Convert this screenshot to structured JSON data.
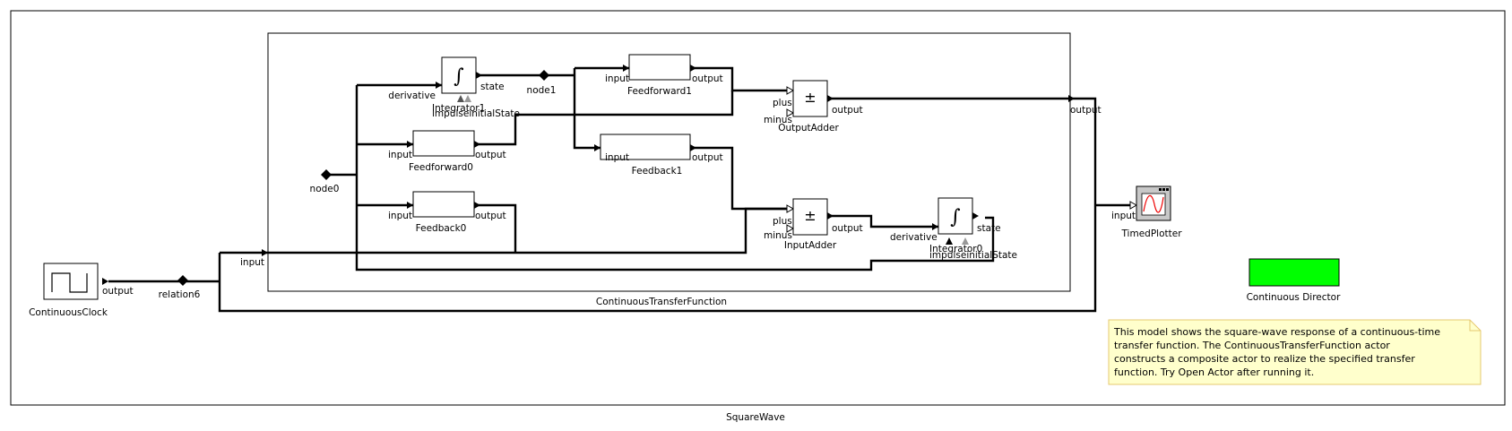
{
  "model_title": "SquareWave",
  "composite": {
    "label": "ContinuousTransferFunction",
    "input_port": "input",
    "output_port": "output"
  },
  "actors": {
    "continuous_clock": {
      "name": "ContinuousClock",
      "output": "output"
    },
    "relation6": {
      "name": "relation6"
    },
    "node0": {
      "name": "node0"
    },
    "node1": {
      "name": "node1"
    },
    "integrator1": {
      "name": "Integrator1",
      "derivative": "derivative",
      "state": "state",
      "ports_extra": "impulseinitialState"
    },
    "integrator0": {
      "name": "Integrator0",
      "derivative": "derivative",
      "state": "state",
      "ports_extra": "impulseinitialState"
    },
    "feedforward0": {
      "name": "Feedforward0",
      "input": "input",
      "output": "output"
    },
    "feedforward1": {
      "name": "Feedforward1",
      "input": "input",
      "output": "output"
    },
    "feedback0": {
      "name": "Feedback0",
      "input": "input",
      "output": "output"
    },
    "feedback1": {
      "name": "Feedback1",
      "input": "input",
      "output": "output"
    },
    "output_adder": {
      "name": "OutputAdder",
      "plus": "plus",
      "minus": "minus",
      "output": "output",
      "symbol": "±"
    },
    "input_adder": {
      "name": "InputAdder",
      "plus": "plus",
      "minus": "minus",
      "output": "output",
      "symbol": "±"
    },
    "timed_plotter": {
      "name": "TimedPlotter",
      "input": "input"
    },
    "director": {
      "name": "Continuous Director",
      "color": "#00ff00"
    }
  },
  "integral_symbol": "∫",
  "annotation": {
    "lines": [
      "This model shows the square-wave response of a continuous-time",
      "transfer function.  The ContinuousTransferFunction actor",
      "constructs a composite actor to realize the specified transfer",
      "function. Try Open Actor after running it."
    ],
    "bg": "#ffffcc",
    "border": "#e6c870"
  }
}
